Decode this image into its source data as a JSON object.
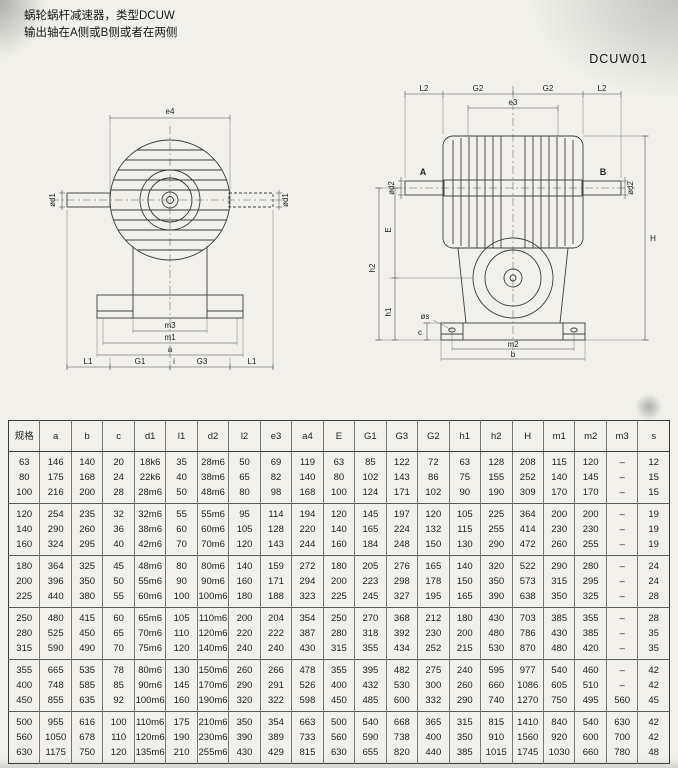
{
  "page": {
    "title_line1": "蜗轮蜗杆减速器，类型DCUW",
    "title_line2": "输出轴在A侧或B侧或者在两侧",
    "model_code": "DCUW01"
  },
  "colors": {
    "paper": "#f1f0ea",
    "ink": "#3b3b3b"
  },
  "drawings": {
    "left_view": {
      "e4": "e4",
      "od1_left": "ød1",
      "od1_right": "ød1",
      "m3": "m3",
      "m1": "m1",
      "a": "a",
      "L1_left": "L1",
      "G1": "G1",
      "center_mark": "i",
      "G3": "G3",
      "L1_right": "L1"
    },
    "right_view": {
      "L2_left": "L2",
      "G2_left": "G2",
      "G2_right": "G2",
      "L2_right": "L2",
      "e3": "e3",
      "side_a": "A",
      "side_b": "B",
      "od2_left": "ød2",
      "od2_right": "ød2",
      "h2": "h2",
      "E": "E",
      "h1": "h1",
      "c": "c",
      "H": "H",
      "os": "øs",
      "m2": "m2",
      "b": "b"
    }
  },
  "table": {
    "headers": [
      "规格",
      "a",
      "b",
      "c",
      "d1",
      "l1",
      "d2",
      "l2",
      "e3",
      "a4",
      "E",
      "G1",
      "G3",
      "G2",
      "h1",
      "h2",
      "H",
      "m1",
      "m2",
      "m3",
      "s"
    ],
    "groups": [
      [
        [
          "63",
          "146",
          "140",
          "20",
          "18k6",
          "35",
          "28m6",
          "50",
          "69",
          "119",
          "63",
          "85",
          "122",
          "72",
          "63",
          "128",
          "208",
          "115",
          "120",
          "–",
          "12"
        ],
        [
          "80",
          "175",
          "168",
          "24",
          "22k6",
          "40",
          "38m6",
          "65",
          "82",
          "140",
          "80",
          "102",
          "143",
          "86",
          "75",
          "155",
          "252",
          "140",
          "145",
          "–",
          "15"
        ],
        [
          "100",
          "216",
          "200",
          "28",
          "28m6",
          "50",
          "48m6",
          "80",
          "98",
          "168",
          "100",
          "124",
          "171",
          "102",
          "90",
          "190",
          "309",
          "170",
          "170",
          "–",
          "15"
        ]
      ],
      [
        [
          "120",
          "254",
          "235",
          "32",
          "32m6",
          "55",
          "55m6",
          "95",
          "114",
          "194",
          "120",
          "145",
          "197",
          "120",
          "105",
          "225",
          "364",
          "200",
          "200",
          "–",
          "19"
        ],
        [
          "140",
          "290",
          "260",
          "36",
          "38m6",
          "60",
          "60m6",
          "105",
          "128",
          "220",
          "140",
          "165",
          "224",
          "132",
          "115",
          "255",
          "414",
          "230",
          "230",
          "–",
          "19"
        ],
        [
          "160",
          "324",
          "295",
          "40",
          "42m6",
          "70",
          "70m6",
          "120",
          "143",
          "244",
          "160",
          "184",
          "248",
          "150",
          "130",
          "290",
          "472",
          "260",
          "255",
          "–",
          "19"
        ]
      ],
      [
        [
          "180",
          "364",
          "325",
          "45",
          "48m6",
          "80",
          "80m6",
          "140",
          "159",
          "272",
          "180",
          "205",
          "276",
          "165",
          "140",
          "320",
          "522",
          "290",
          "280",
          "–",
          "24"
        ],
        [
          "200",
          "396",
          "350",
          "50",
          "55m6",
          "90",
          "90m6",
          "160",
          "171",
          "294",
          "200",
          "223",
          "298",
          "178",
          "150",
          "350",
          "573",
          "315",
          "295",
          "–",
          "24"
        ],
        [
          "225",
          "440",
          "380",
          "55",
          "60m6",
          "100",
          "100m6",
          "180",
          "188",
          "323",
          "225",
          "245",
          "327",
          "195",
          "165",
          "390",
          "638",
          "350",
          "325",
          "–",
          "28"
        ]
      ],
      [
        [
          "250",
          "480",
          "415",
          "60",
          "65m6",
          "105",
          "110m6",
          "200",
          "204",
          "354",
          "250",
          "270",
          "368",
          "212",
          "180",
          "430",
          "703",
          "385",
          "355",
          "–",
          "28"
        ],
        [
          "280",
          "525",
          "450",
          "65",
          "70m6",
          "110",
          "120m6",
          "220",
          "222",
          "387",
          "280",
          "318",
          "392",
          "230",
          "200",
          "480",
          "786",
          "430",
          "385",
          "–",
          "35"
        ],
        [
          "315",
          "590",
          "490",
          "70",
          "75m6",
          "120",
          "140m6",
          "240",
          "240",
          "430",
          "315",
          "355",
          "434",
          "252",
          "215",
          "530",
          "870",
          "480",
          "420",
          "–",
          "35"
        ]
      ],
      [
        [
          "355",
          "665",
          "535",
          "78",
          "80m6",
          "130",
          "150m6",
          "260",
          "266",
          "478",
          "355",
          "395",
          "482",
          "275",
          "240",
          "595",
          "977",
          "540",
          "460",
          "–",
          "42"
        ],
        [
          "400",
          "748",
          "585",
          "85",
          "90m6",
          "145",
          "170m6",
          "290",
          "291",
          "526",
          "400",
          "432",
          "530",
          "300",
          "260",
          "660",
          "1086",
          "605",
          "510",
          "–",
          "42"
        ],
        [
          "450",
          "855",
          "635",
          "92",
          "100m6",
          "160",
          "190m6",
          "320",
          "322",
          "598",
          "450",
          "485",
          "600",
          "332",
          "290",
          "740",
          "1270",
          "750",
          "495",
          "560",
          "45"
        ]
      ],
      [
        [
          "500",
          "955",
          "616",
          "100",
          "110m6",
          "175",
          "210m6",
          "350",
          "354",
          "663",
          "500",
          "540",
          "668",
          "365",
          "315",
          "815",
          "1410",
          "840",
          "540",
          "630",
          "42"
        ],
        [
          "560",
          "1050",
          "678",
          "110",
          "120m6",
          "190",
          "230m6",
          "390",
          "389",
          "733",
          "560",
          "590",
          "738",
          "400",
          "350",
          "910",
          "1560",
          "920",
          "600",
          "700",
          "42"
        ],
        [
          "630",
          "1175",
          "750",
          "120",
          "135m6",
          "210",
          "255m6",
          "430",
          "429",
          "815",
          "630",
          "655",
          "820",
          "440",
          "385",
          "1015",
          "1745",
          "1030",
          "660",
          "780",
          "48"
        ]
      ]
    ]
  }
}
